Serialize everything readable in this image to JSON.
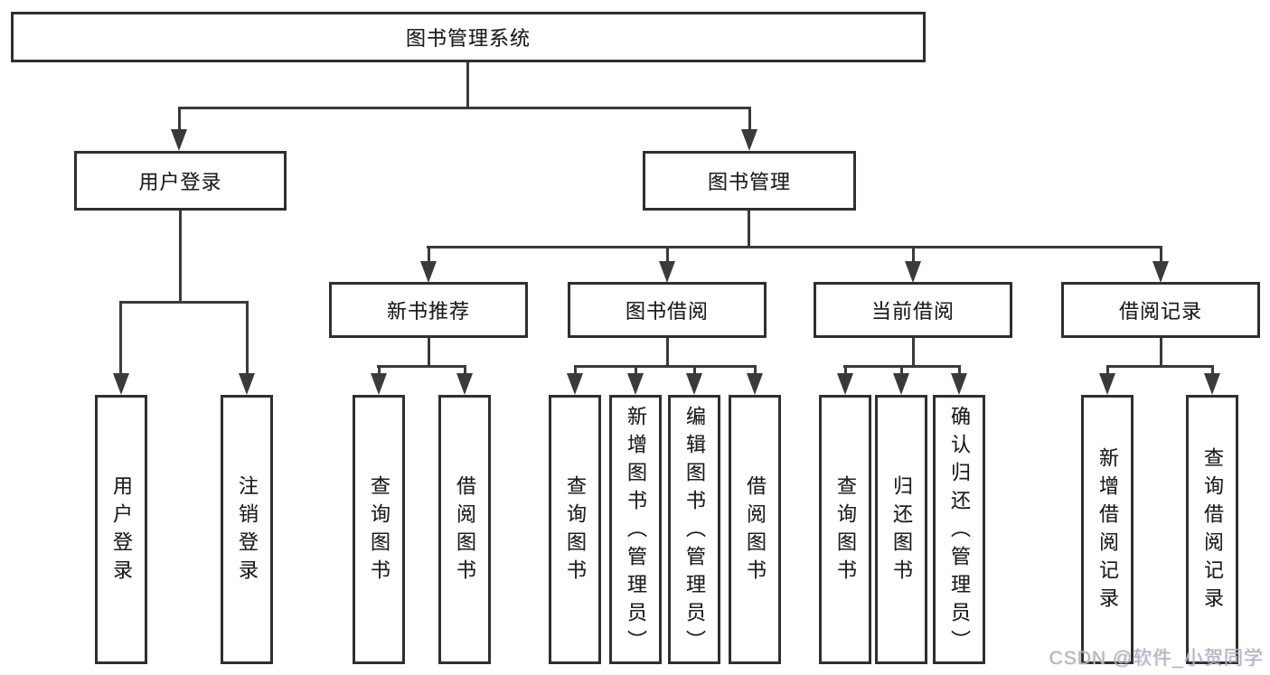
{
  "diagram": {
    "tree": {
      "root": {
        "label": "图书管理系统",
        "children": [
          {
            "label": "用户登录",
            "children": [
              {
                "label": "用户登录"
              },
              {
                "label": "注销登录"
              }
            ]
          },
          {
            "label": "图书管理",
            "children": [
              {
                "label": "新书推荐",
                "children": [
                  {
                    "label": "查询图书"
                  },
                  {
                    "label": "借阅图书"
                  }
                ]
              },
              {
                "label": "图书借阅",
                "children": [
                  {
                    "label": "查询图书"
                  },
                  {
                    "label": "新增图书（管理员）"
                  },
                  {
                    "label": "编辑图书（管理员）"
                  },
                  {
                    "label": "借阅图书"
                  }
                ]
              },
              {
                "label": "当前借阅",
                "children": [
                  {
                    "label": "查询图书"
                  },
                  {
                    "label": "归还图书"
                  },
                  {
                    "label": "确认归还（管理员）"
                  }
                ]
              },
              {
                "label": "借阅记录",
                "children": [
                  {
                    "label": "新增借阅记录"
                  },
                  {
                    "label": "查询借阅记录"
                  }
                ]
              }
            ]
          }
        ]
      }
    },
    "colors": {
      "background": "#ffffff",
      "box_border": "#2f2f2f",
      "connector_line": "#3a3a3a",
      "text": "#1f1f1f",
      "watermark_text": "#b2b5bd"
    }
  },
  "watermark": {
    "text": "CSDN @软件_小贺同学"
  }
}
